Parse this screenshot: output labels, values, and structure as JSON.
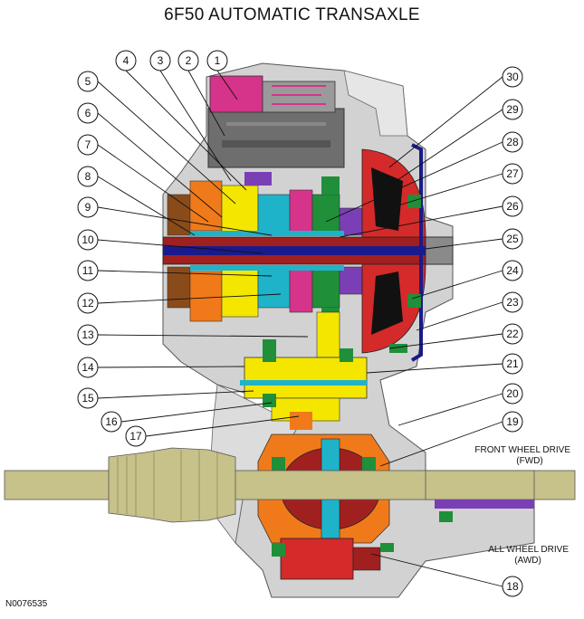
{
  "title": "6F50 AUTOMATIC TRANSAXLE",
  "figure_id": "N0076535",
  "labels": {
    "fwd_line1": "FRONT WHEEL DRIVE",
    "fwd_line2": "(FWD)",
    "awd_line1": "ALL WHEEL DRIVE",
    "awd_line2": "(AWD)"
  },
  "callouts": [
    "1",
    "2",
    "3",
    "4",
    "5",
    "6",
    "7",
    "8",
    "9",
    "10",
    "11",
    "12",
    "13",
    "14",
    "15",
    "16",
    "17",
    "18",
    "19",
    "20",
    "21",
    "22",
    "23",
    "24",
    "25",
    "26",
    "27",
    "28",
    "29",
    "30"
  ],
  "colors": {
    "housing": "#c8c8c8",
    "dark_gray": "#6e6e6e",
    "shaft": "#c7c18a",
    "torque_converter": "#d42a2a",
    "planetary_yellow": "#f5e600",
    "cyan": "#1fb3c9",
    "green": "#1f8f3a",
    "orange": "#f07a1a",
    "magenta": "#d6338a",
    "purple": "#7a3fb5",
    "navy": "#1a1a8c",
    "brown": "#8a4b1a"
  }
}
